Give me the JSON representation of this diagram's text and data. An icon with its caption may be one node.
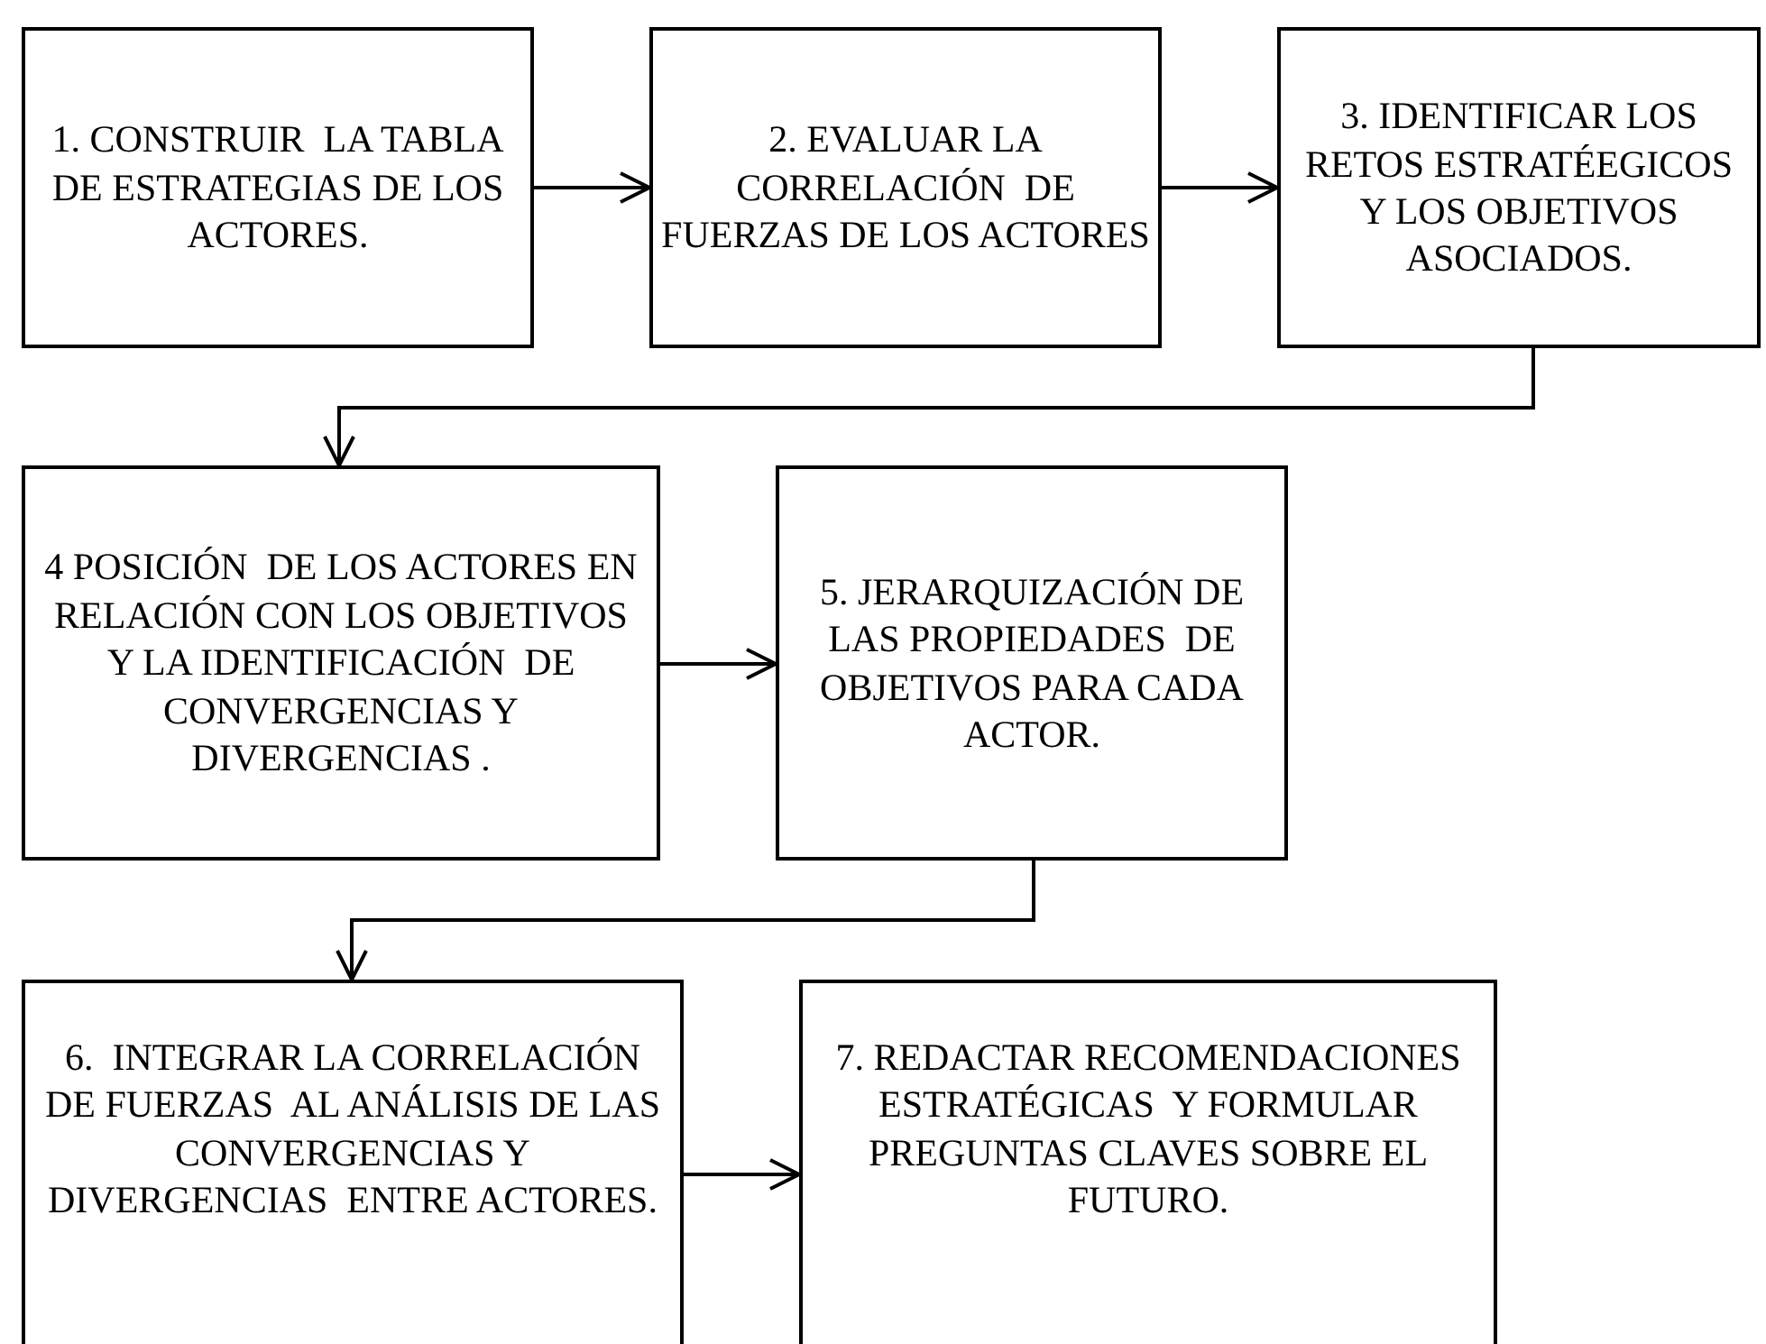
{
  "diagram": {
    "nodes": [
      {
        "text": [
          "1. CONSTRUIR  LA TABLA DE ESTRATEGIAS DE LOS ACTORES."
        ]
      },
      {
        "text": [
          "2. EVALUAR LA CORRELACIÓN  DE FUERZAS DE LOS ACTORES"
        ]
      },
      {
        "text": [
          "3. IDENTIFICAR LOS RETOS ESTRATÉEGICOS  Y LOS OBJETIVOS ASOCIADOS."
        ]
      },
      {
        "text": [
          "4 POSICIÓN  DE LOS ACTORES EN RELACIÓN CON LOS OBJETIVOS  Y LA IDENTIFICACIÓN  DE CONVERGENCIAS Y DIVERGENCIAS ."
        ]
      },
      {
        "text": [
          "5. JERARQUIZACIÓN DE LAS PROPIEDADES  DE OBJETIVOS PARA CADA ACTOR."
        ]
      },
      {
        "text": [
          "6.  INTEGRAR LA CORRELACIÓN DE FUERZAS  AL ANÁLISIS DE LAS CONVERGENCIAS Y DIVERGENCIAS  ENTRE ACTORES."
        ]
      },
      {
        "text": [
          "7. REDACTAR RECOMENDACIONES ESTRATÉGICAS  Y FORMULAR  PREGUNTAS CLAVES SOBRE EL FUTURO."
        ]
      }
    ],
    "edges": [
      {
        "from": 0,
        "to": 1,
        "arrow": "to"
      },
      {
        "from": 1,
        "to": 2,
        "arrow": "to"
      },
      {
        "from": 2,
        "to": 3,
        "arrow": "to"
      },
      {
        "from": 3,
        "to": 4,
        "arrow": "to"
      },
      {
        "from": 4,
        "to": 5,
        "arrow": "to"
      },
      {
        "from": 5,
        "to": 6,
        "arrow": "to"
      }
    ]
  }
}
